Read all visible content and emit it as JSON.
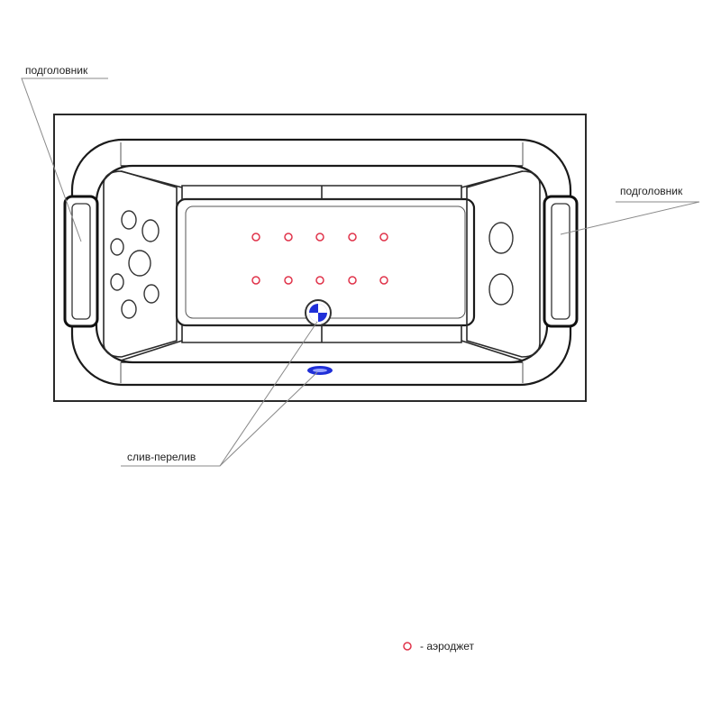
{
  "callouts": {
    "headrest_left": "подголовник",
    "headrest_right": "подголовник",
    "drain_overflow": "слив-перелив"
  },
  "legend": {
    "aerojet": "- аэроджет"
  },
  "colors": {
    "aerojet": "#e0334a",
    "drain": "#1f2fd8",
    "outline": "#1a1a1a",
    "leader": "#8a8a8a"
  }
}
